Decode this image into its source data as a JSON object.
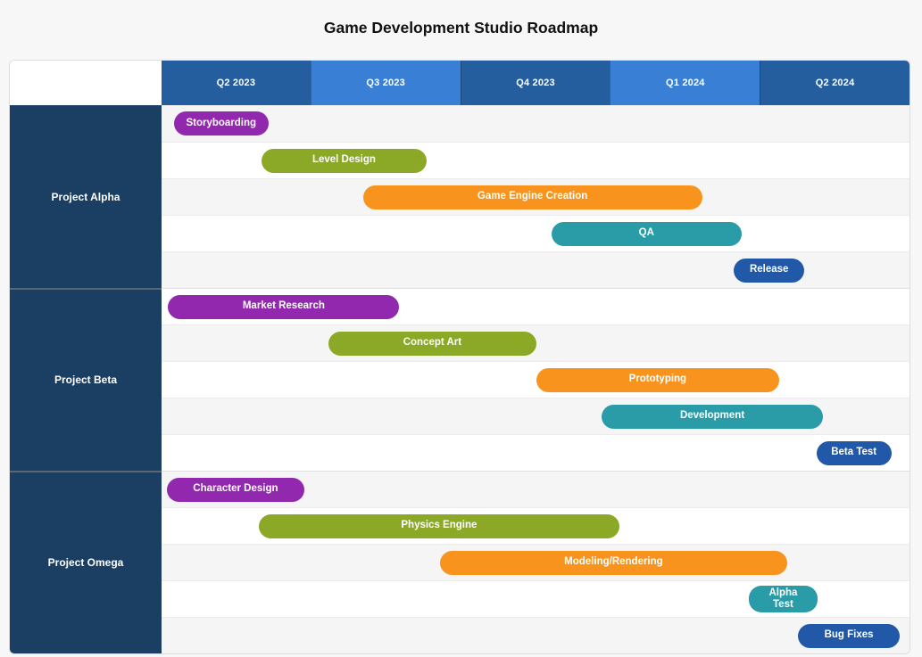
{
  "chart_data": {
    "type": "gantt",
    "title": "Game Development Studio Roadmap",
    "x_axis": {
      "unit": "quarter",
      "categories": [
        "Q2 2023",
        "Q3 2023",
        "Q4 2023",
        "Q1 2024",
        "Q2 2024"
      ],
      "start": "2023-04",
      "range_months": [
        0,
        15
      ]
    },
    "groups": [
      {
        "name": "Project Alpha",
        "tasks": [
          {
            "label": "Storyboarding",
            "color_key": "purple",
            "start_month": 0.25,
            "end_month": 2.14
          },
          {
            "label": "Level Design",
            "color_key": "green",
            "start_month": 2.0,
            "end_month": 5.32
          },
          {
            "label": "Game Engine Creation",
            "color_key": "orange",
            "start_month": 4.04,
            "end_month": 10.84
          },
          {
            "label": "QA",
            "color_key": "teal",
            "start_month": 7.82,
            "end_month": 11.63
          },
          {
            "label": "Release",
            "color_key": "blue",
            "start_month": 11.48,
            "end_month": 12.89
          }
        ]
      },
      {
        "name": "Project Beta",
        "tasks": [
          {
            "label": "Market Research",
            "color_key": "purple",
            "start_month": 0.13,
            "end_month": 4.77
          },
          {
            "label": "Concept Art",
            "color_key": "green",
            "start_month": 3.34,
            "end_month": 7.52
          },
          {
            "label": "Prototyping",
            "color_key": "orange",
            "start_month": 7.52,
            "end_month": 12.38
          },
          {
            "label": "Development",
            "color_key": "teal",
            "start_month": 8.82,
            "end_month": 13.27
          },
          {
            "label": "Beta Test",
            "color_key": "blue",
            "start_month": 13.13,
            "end_month": 14.64
          }
        ]
      },
      {
        "name": "Project Omega",
        "tasks": [
          {
            "label": "Character Design",
            "color_key": "purple",
            "start_month": 0.11,
            "end_month": 2.86
          },
          {
            "label": "Physics Engine",
            "color_key": "green",
            "start_month": 1.95,
            "end_month": 9.18
          },
          {
            "label": "Modeling/Rendering",
            "color_key": "orange",
            "start_month": 5.59,
            "end_month": 12.54
          },
          {
            "label": "Alpha Test",
            "color_key": "teal",
            "start_month": 11.77,
            "end_month": 13.16
          },
          {
            "label": "Bug Fixes",
            "color_key": "blue",
            "start_month": 12.77,
            "end_month": 14.8
          }
        ]
      }
    ],
    "palette": {
      "purple": "#9228AE",
      "green": "#8BA826",
      "orange": "#F8941D",
      "teal": "#2A9CA8",
      "blue": "#2258A8"
    },
    "header_colors": [
      "#245E9F",
      "#3A7FD6",
      "#245E9F",
      "#3A7FD6",
      "#245E9F"
    ],
    "sidebar_color": "#1B3E63",
    "row_stripe_colors": [
      "#F5F5F5",
      "#FFFFFF"
    ],
    "legend": "none",
    "grid": "row-stripes-only"
  }
}
